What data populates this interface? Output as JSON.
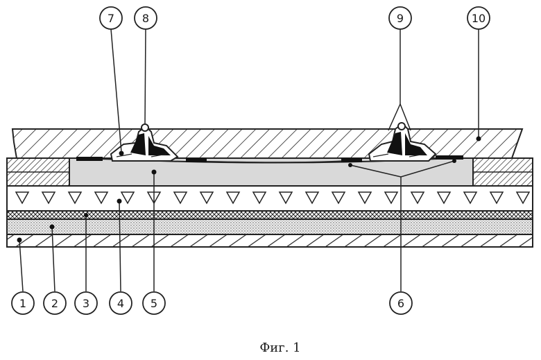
{
  "figure": {
    "caption": "Фиг. 1"
  },
  "callouts": {
    "c1": "1",
    "c2": "2",
    "c3": "3",
    "c4": "4",
    "c5": "5",
    "c6": "6",
    "c7": "7",
    "c8": "8",
    "c9": "9",
    "c10": "10"
  }
}
